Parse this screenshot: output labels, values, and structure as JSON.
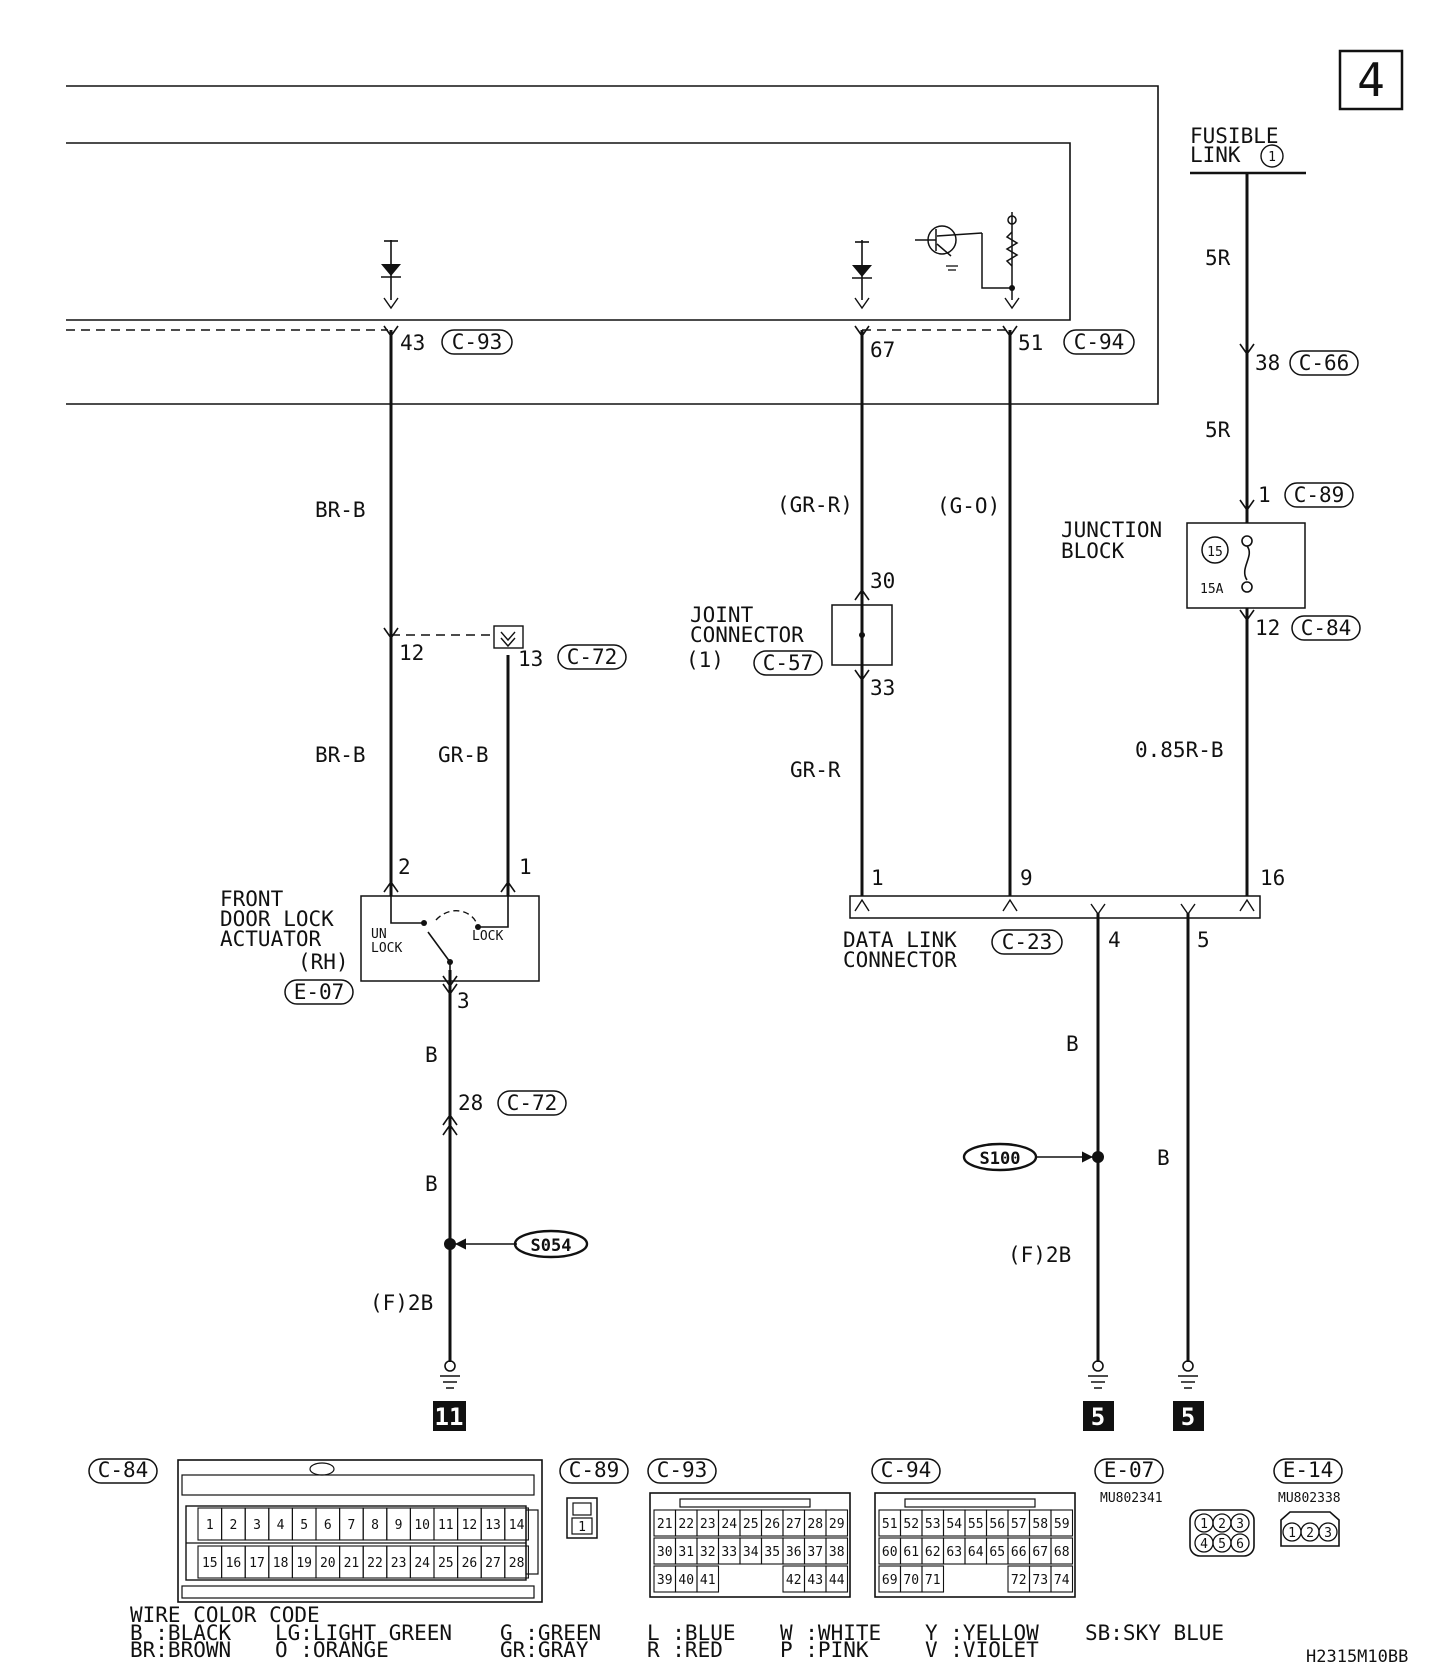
{
  "page": {
    "number": "4",
    "code": "H2315M10BB"
  },
  "top": {
    "fusible_link": [
      "FUSIBLE",
      "LINK"
    ],
    "fusible_link_no": "1",
    "c93_pin": "43",
    "c93": "C-93",
    "c94_pin_a": "67",
    "c94_pin_b": "51",
    "c94": "C-94",
    "c66_pin": "38",
    "c66": "C-66",
    "c89_pin": "1",
    "c89": "C-89",
    "c84_pin": "12",
    "c84": "C-84"
  },
  "wires": {
    "br_b_upper": "BR-B",
    "br_b_lower": "BR-B",
    "gr_b": "GR-B",
    "gr_r_paren": "(GR-R)",
    "g_o_paren": "(G-O)",
    "gr_r": "GR-R",
    "r5_upper": "5R",
    "r5_lower": "5R",
    "r085_b": "0.85R-B",
    "b_1": "B",
    "b_2": "B",
    "b_3": "B",
    "b_4": "B",
    "f2b_1": "(F)2B",
    "f2b_2": "(F)2B"
  },
  "junction_block": {
    "label": [
      "JUNCTION",
      "BLOCK"
    ],
    "fuse_no": "15",
    "rating": "15A"
  },
  "joint_connector": {
    "label": [
      "JOINT",
      "CONNECTOR",
      "(1)"
    ],
    "id": "C-57",
    "pin_in": "30",
    "pin_out": "33"
  },
  "c72": {
    "pin_a": "12",
    "pin_b": "13",
    "id": "C-72",
    "pin_c": "28"
  },
  "actuator": {
    "label": [
      "FRONT",
      "DOOR LOCK",
      "ACTUATOR",
      "(RH)"
    ],
    "id": "E-07",
    "pin_1": "2",
    "pin_2": "1",
    "pin_3": "3",
    "unlock": [
      "UN",
      "LOCK"
    ],
    "lock": "LOCK"
  },
  "data_link": {
    "label": [
      "DATA LINK",
      "CONNECTOR"
    ],
    "id": "C-23",
    "pins": {
      "p1": "1",
      "p9": "9",
      "p16": "16",
      "p4": "4",
      "p5": "5"
    }
  },
  "splices": {
    "s054": "S054",
    "s100": "S100"
  },
  "grounds": {
    "g11": "11",
    "g5a": "5",
    "g5b": "5"
  },
  "connectors": {
    "c84": {
      "id": "C-84",
      "row1": [
        "1",
        "2",
        "3",
        "4",
        "5",
        "6",
        "7",
        "8",
        "9",
        "10",
        "11",
        "12",
        "13",
        "14"
      ],
      "row2": [
        "15",
        "16",
        "17",
        "18",
        "19",
        "20",
        "21",
        "22",
        "23",
        "24",
        "25",
        "26",
        "27",
        "28"
      ]
    },
    "c89": {
      "id": "C-89",
      "pins": [
        "1"
      ]
    },
    "c93": {
      "id": "C-93",
      "row1": [
        "21",
        "22",
        "23",
        "24",
        "25",
        "26",
        "27",
        "28",
        "29"
      ],
      "row2": [
        "30",
        "31",
        "32",
        "33",
        "34",
        "35",
        "36",
        "37",
        "38"
      ],
      "row3a": [
        "39",
        "40",
        "41"
      ],
      "row3b": [
        "42",
        "43",
        "44"
      ]
    },
    "c94": {
      "id": "C-94",
      "row1": [
        "51",
        "52",
        "53",
        "54",
        "55",
        "56",
        "57",
        "58",
        "59"
      ],
      "row2": [
        "60",
        "61",
        "62",
        "63",
        "64",
        "65",
        "66",
        "67",
        "68"
      ],
      "row3a": [
        "69",
        "70",
        "71"
      ],
      "row3b": [
        "72",
        "73",
        "74"
      ]
    },
    "e07": {
      "id": "E-07",
      "part": "MU802341",
      "pins": [
        "1",
        "2",
        "3",
        "4",
        "5",
        "6"
      ]
    },
    "e14": {
      "id": "E-14",
      "part": "MU802338",
      "pins": [
        "1",
        "2",
        "3"
      ]
    }
  },
  "legend": {
    "title": "WIRE COLOR CODE",
    "items": [
      "B :BLACK",
      "BR:BROWN",
      "LG:LIGHT GREEN",
      "O :ORANGE",
      "G :GREEN",
      "GR:GRAY",
      "L :BLUE",
      "R :RED",
      "W :WHITE",
      "P :PINK",
      "Y :YELLOW",
      "V :VIOLET",
      "SB:SKY BLUE"
    ]
  }
}
